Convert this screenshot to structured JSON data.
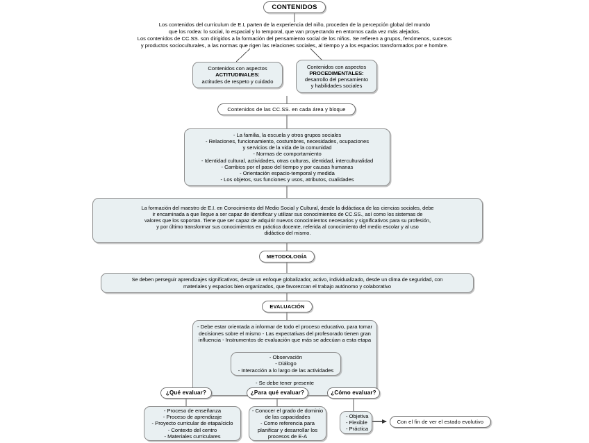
{
  "meta": {
    "title": "Mapa conceptual: Contenidos - Metodología - Evaluación",
    "colors": {
      "node_fill": "#e9f0f2",
      "node_border": "#8d8d8d",
      "pill_fill": "#ffffff",
      "pill_border": "#6f6f6f",
      "line": "#555555",
      "text": "#000000",
      "background": "#ffffff"
    }
  },
  "nodes": {
    "contenidos_title": {
      "label": "CONTENIDOS"
    },
    "intro_paragraph": {
      "lines": [
        "Los contenidos del currículum de E.I, parten de la experiencia del niño, proceden de la percepción global del mundo",
        "que los rodea: lo social, lo espacial y lo temporal, que van proyectando en entornos cada vez más alejados.",
        "Los contenidos de CC.SS. son dirigidos a la formación del pensamiento social de los niños. Se refieren a grupos, fenómenos, sucesos",
        "y productos socioculturales, a las normas que rigen las relaciones sociales, al tiempo y a los espacios transformados por e hombre."
      ]
    },
    "actitudinales": {
      "lines": [
        "Contenidos con aspectos",
        "ACTITUDINALES:",
        "actitudes de respeto y cuidado"
      ]
    },
    "procedimentales": {
      "lines": [
        "Contenidos con aspectos",
        "PROCEDIMENTALES:",
        "desarrollo del pensamiento",
        "y habilidades sociales"
      ]
    },
    "contenidos_ccss": {
      "label": "Contenidos de las CC.SS. en cada área y bloque"
    },
    "lista_contenidos": {
      "lines": [
        "- La familia, la escuela y otros grupos sociales",
        "- Relaciones, funcionamiento, costumbres, necesidades, ocupaciones",
        "y servicios de la vida de la comunidad",
        "- Normas de comportamiento",
        "- Identidad cultural, actividades, otras culturas, identidad, interculturalidad",
        "- Cambios por el paso del tiempo y por causas humanas",
        "- Orientación espacio-temporal y medida",
        "- Los objetos, sus funciones y usos, atributos, cualidades"
      ]
    },
    "formacion_maestro": {
      "lines": [
        "La formación del maestro de E.I. en Conocimiento del Medio Social y Cultural, desde la didáctiaca de las ciencias sociales, debe",
        "ir encaminada a que llegue a ser capaz de identificar y utilizar sus conocimientos de CC.SS., así como los sistemas de",
        "valores que los soportan. Tiene que ser capaz de adquirir nuevos conocimientos necesarios y significativos para su profesión,",
        "y por último transformar sus conocimientos en práctica docente, referida al conocimiento del medio escolar y al uso",
        "didáctico del mismo."
      ]
    },
    "metodologia_title": {
      "label": "METODOLOGÍA"
    },
    "metodologia_body": {
      "lines": [
        "Se deben perseguir aprendizajes significativos, desde un enfoque globalizador, activo, individualizado, desde un clima de seguridad, con",
        "materiales y espacios bien organizados, que favorezcan el trabajo autónomo y colaborativo"
      ]
    },
    "evaluacion_title": {
      "label": "EVALUACIÓN"
    },
    "evaluacion_body": {
      "lines": [
        "- Debe estar orientada a informar de todo el proceso educativo, para",
        "tomar decisiones sobre el mismo",
        "- Las expectativas del profesorado tienen gran influencia",
        "- Instrumentos de evaluación que más se adecúan a esta etapa"
      ],
      "footer": "- Se debe tener presente"
    },
    "instrumentos": {
      "lines": [
        "- Observación",
        "- Diálogo",
        "- Interacción a lo largo de las actividades"
      ]
    },
    "que_evaluar": {
      "label": "¿Qué evaluar?"
    },
    "para_que_evaluar": {
      "label": "¿Para qué evaluar?"
    },
    "como_evaluar": {
      "label": "¿Cómo evaluar?"
    },
    "que_evaluar_items": {
      "lines": [
        "- Proceso de enseñanza",
        "- Proceso de aprendizaje",
        "- Proyecto curricular de etapa/ciclo",
        "- Contexto del centro",
        "- Materiales curriculares"
      ]
    },
    "para_que_evaluar_items": {
      "lines": [
        "- Conocer el grado de dominio",
        "de las capacidades",
        "- Como referencia para",
        "planificar y desarrollar los",
        "procesos de E-A"
      ]
    },
    "como_evaluar_items": {
      "lines": [
        "- Objetiva",
        "- Flexible",
        "- Práctica"
      ]
    },
    "estado_evolutivo": {
      "label": "Con el fin de ver el estado evolutivo"
    }
  }
}
